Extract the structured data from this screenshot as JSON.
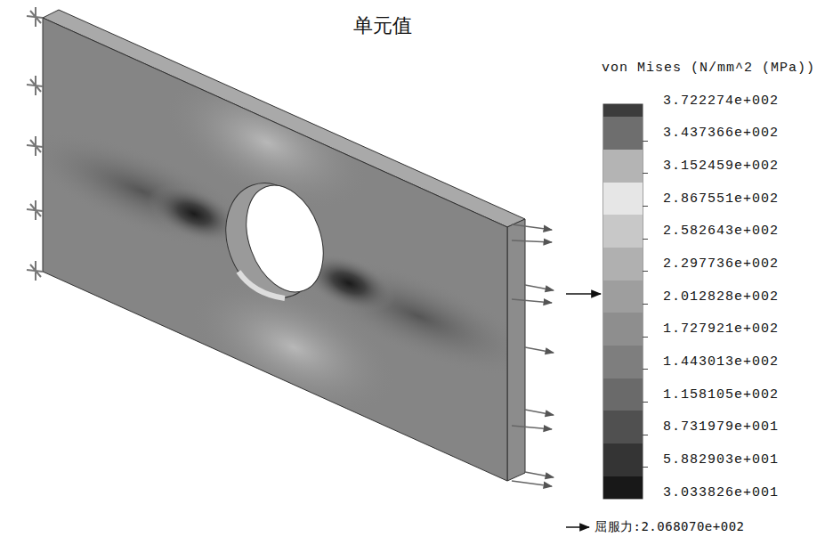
{
  "diagram": {
    "title": "单元值",
    "labels": [
      "von Mises (N/mm^2 (MPa))",
      "屈服力:2.068070e+002"
    ],
    "legend": [
      {
        "text": "3.722274e+002",
        "color": "#3c3c3c"
      },
      {
        "text": "3.437366e+002",
        "color": "#6e6e6e"
      },
      {
        "text": "3.152459e+002",
        "color": "#b4b4b4"
      },
      {
        "text": "2.867551e+002",
        "color": "#e6e6e6"
      },
      {
        "text": "2.582643e+002",
        "color": "#c8c8c8"
      },
      {
        "text": "2.297736e+002",
        "color": "#b0b0b0"
      },
      {
        "text": "2.012828e+002",
        "color": "#9e9e9e"
      },
      {
        "text": "1.727921e+002",
        "color": "#8e8e8e"
      },
      {
        "text": "1.443013e+002",
        "color": "#7e7e7e"
      },
      {
        "text": "1.158105e+002",
        "color": "#6a6a6a"
      },
      {
        "text": "8.731979e+001",
        "color": "#505050"
      },
      {
        "text": "5.882903e+001",
        "color": "#343434"
      },
      {
        "text": "3.033826e+001",
        "color": "#181818"
      }
    ]
  }
}
